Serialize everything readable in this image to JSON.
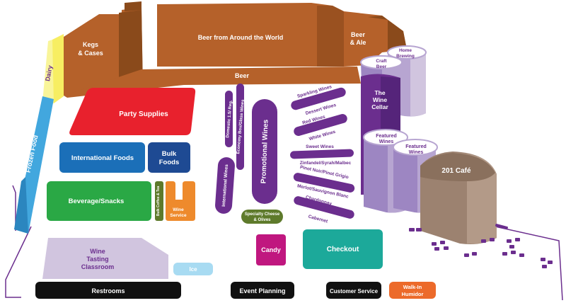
{
  "labels": {
    "kegs_line1": "Kegs",
    "kegs_line2": "& Cases",
    "beer_world": "Beer from Around the World",
    "beer_ale_line1": "Beer",
    "beer_ale_line2": "& Ale",
    "beer": "Beer",
    "dairy": "Dairy",
    "frozen_food": "Frozen Food",
    "party_supplies": "Party Supplies",
    "international_foods": "International Foods",
    "bulk_foods_line1": "Bulk",
    "bulk_foods_line2": "Foods",
    "beverage_snacks": "Beverage/Snacks",
    "bulk_coffee_tea": "Bulk Coffee & Tea",
    "wine_service_line1": "Wine",
    "wine_service_line2": "Service",
    "wine_tasting_line1": "Wine",
    "wine_tasting_line2": "Tasting",
    "wine_tasting_line3": "Classroom",
    "ice": "Ice",
    "domestic_wines": "Domestic 1.5/ Reg.",
    "economy_box": "Economy Box/Glass Wines",
    "international_wines": "International Wines",
    "promotional_wines": "Promotional Wines",
    "specialty_cheese_line1": "Specialty Cheese",
    "specialty_cheese_line2": "& Olives",
    "candy": "Candy",
    "checkout": "Checkout",
    "sparkling_wines": "Sparkling Wines",
    "dessert_wines": "Dessert Wines",
    "red_wines": "Red Wines",
    "white_wines": "White Wines",
    "sweet_wines": "Sweet Wines",
    "zinfandel": "Zinfandel/Syrah/Malbec",
    "pinot_noir": "Pinot Noir/Pinot Grigio",
    "merlot": "Merlot/Sauvignon Blanc",
    "chardonnay": "Chardonnay",
    "cabernet": "Cabernet",
    "craft_beer_line1": "Craft",
    "craft_beer_line2": "Beer",
    "home_brewing_line1": "Home",
    "home_brewing_line2": "Brewing",
    "wine_cellar_line1": "The",
    "wine_cellar_line2": "Wine",
    "wine_cellar_line3": "Cellar",
    "featured_wines_1_line1": "Featured",
    "featured_wines_1_line2": "Wines",
    "featured_wines_2_line1": "Featured",
    "featured_wines_2_line2": "Wines",
    "cafe": "201 Café",
    "restrooms": "Restrooms",
    "event_planning": "Event Planning",
    "customer_service": "Customer Service",
    "walk_in_humidor_line1": "Walk-In",
    "walk_in_humidor_line2": "Humidor"
  },
  "colors": {
    "brown": "#b5612a",
    "brown_dark": "#7e4217",
    "red": "#e8212d",
    "blue": "#1b6fb8",
    "navy": "#1e4a93",
    "green": "#2aa845",
    "orange": "#ee8a2c",
    "purple": "#6b2e8e",
    "lavender": "#d1c5df",
    "olive": "#5e7a2b",
    "magenta": "#c0177f",
    "teal": "#1ca99a",
    "cafe": "#9c8270",
    "black": "#111111",
    "humidor": "#ec6a2a",
    "dairy": "#f7ee62",
    "frozen": "#42a7de",
    "ice": "#a8dbf2"
  }
}
